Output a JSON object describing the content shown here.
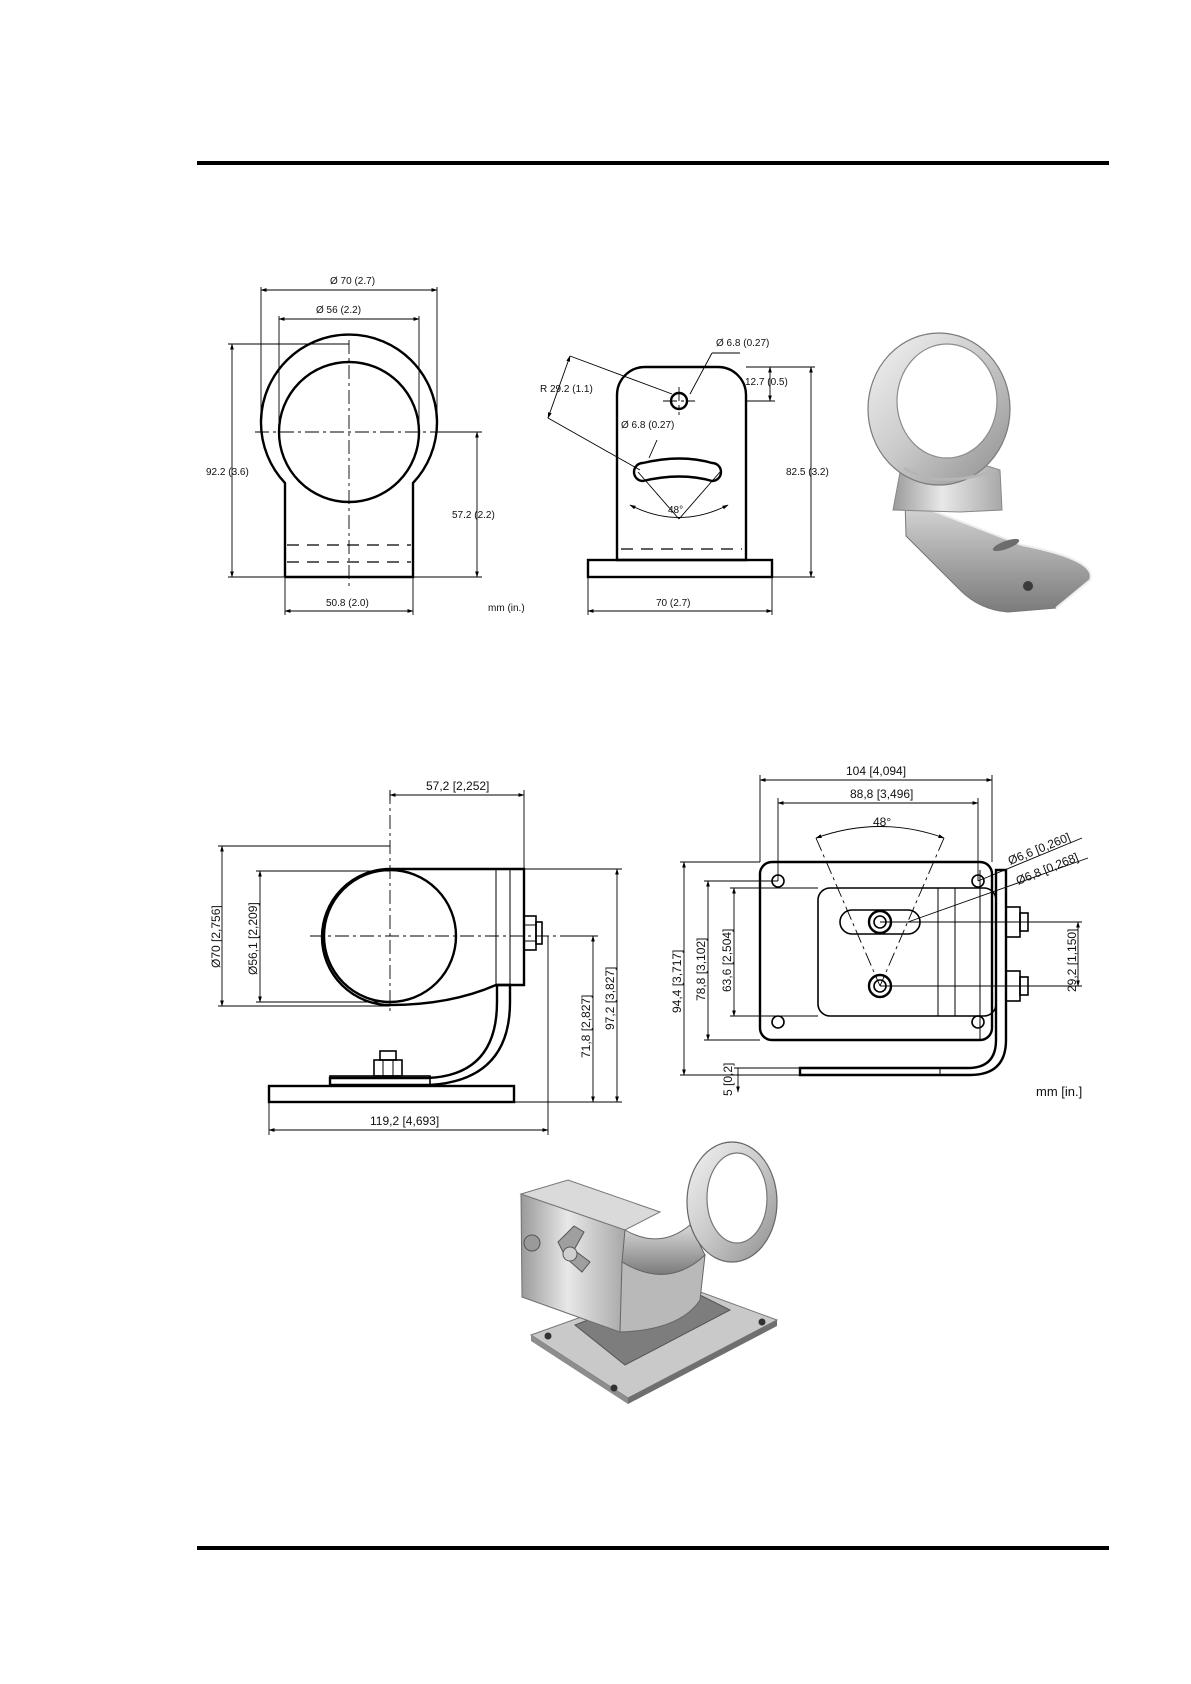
{
  "figure_top": {
    "front_view": {
      "outer_diameter": "Ø  70 (2.7)",
      "inner_diameter": "Ø 56   (2.2)",
      "height": "92.2 (3.6)",
      "center_height": "57.2 (2.2)",
      "width": "50.8 (2.0)"
    },
    "side_view": {
      "top_hole": "Ø  6.8 (0.27)",
      "radius": "R 29.2 (1.1)",
      "slot_hole": "Ø  6.8 (0.27)",
      "top_offset": "12.7 (0.5)",
      "height": "82.5 (3.2)",
      "angle": "48°",
      "base_width": "70 (2.7)"
    },
    "units": "mm (in.)"
  },
  "figure_bottom": {
    "front_view": {
      "top_width": "57,2 [2,252]",
      "outer_diameter": "Ø70 [2,756]",
      "inner_diameter": "Ø56,1 [2,209]",
      "center_height": "71,8 [2,827]",
      "total_height": "97,2 [3,827]",
      "base_width": "119,2 [4,693]"
    },
    "top_view": {
      "outer_width": "104 [4,094]",
      "inner_width": "88,8 [3,496]",
      "angle": "48°",
      "hole_a": "Ø6,6 [0,260]",
      "hole_b": "Ø6,8 [0,268]",
      "outer_height": "94,4 [3,717]",
      "mid_height": "78,8 [3,102]",
      "inner_height": "63,6 [2,504]",
      "bolt_spacing": "29,2 [1,150]",
      "thickness": "5 [0,2]"
    },
    "units": "mm [in.]"
  },
  "colors": {
    "ink": "#000000",
    "metal_light": "#e2e2e2",
    "metal_dark": "#8a8a8a",
    "paper": "#ffffff"
  }
}
